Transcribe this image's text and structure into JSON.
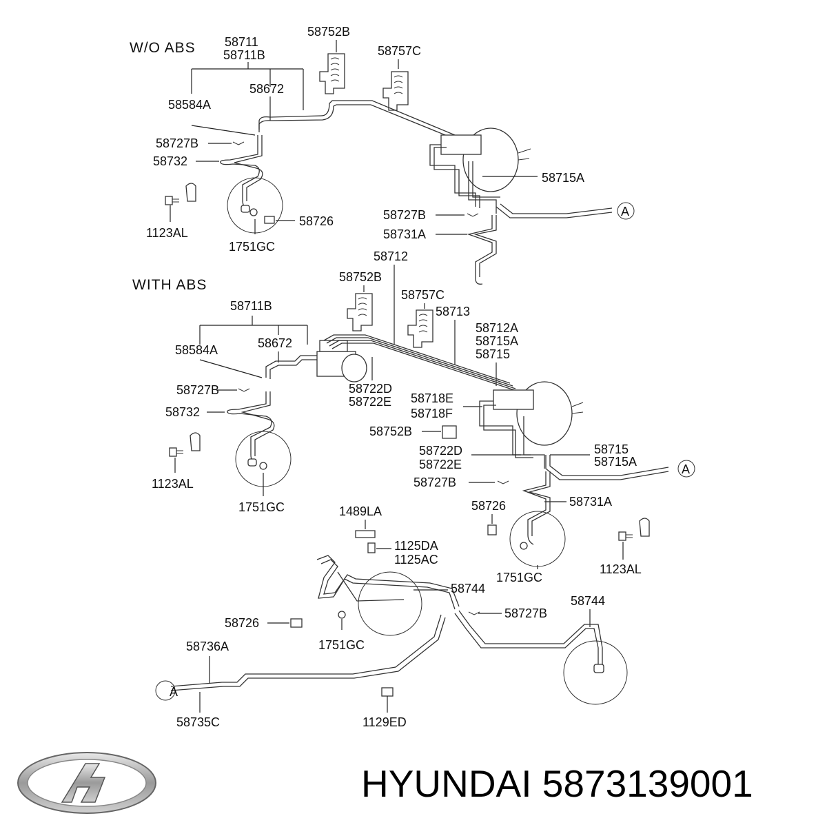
{
  "sections": {
    "without_abs": "W/O  ABS",
    "with_abs": "WITH  ABS"
  },
  "labels": {
    "a_58711": "58711",
    "a_58711B": "58711B",
    "a_58752B": "58752B",
    "a_58757C": "58757C",
    "a_58672": "58672",
    "a_58584A": "58584A",
    "a_58727B": "58727B",
    "a_58732": "58732",
    "a_58715A": "58715A",
    "a_1123AL": "1123AL",
    "a_58726": "58726",
    "a_1751GC": "1751GC",
    "a_58727B_2": "58727B",
    "a_58731A": "58731A",
    "a_A": "A",
    "b_58712": "58712",
    "b_58752B": "58752B",
    "b_58757C": "58757C",
    "b_58713": "58713",
    "b_58711B": "58711B",
    "b_58712A": "58712A",
    "b_58715A_top": "58715A",
    "b_58715_top": "58715",
    "b_58672": "58672",
    "b_58584A": "58584A",
    "b_58722D": "58722D",
    "b_58722E": "58722E",
    "b_58718E": "58718E",
    "b_58718F": "58718F",
    "b_58727B": "58727B",
    "b_58732": "58732",
    "b_58752B_2": "58752B",
    "b_58722D_2": "58722D",
    "b_58722E_2": "58722E",
    "b_58715": "58715",
    "b_58715A": "58715A",
    "b_A": "A",
    "b_1123AL": "1123AL",
    "b_58727B_2": "58727B",
    "b_1751GC": "1751GC",
    "b_58731A": "58731A",
    "b_58726": "58726",
    "c_1489LA": "1489LA",
    "c_1125DA": "1125DA",
    "c_1125AC": "1125AC",
    "c_1123AL": "1123AL",
    "c_1751GC_right": "1751GC",
    "c_58744_mid": "58744",
    "c_58744_right": "58744",
    "c_58727B": "58727B",
    "c_58726": "58726",
    "c_1751GC": "1751GC",
    "c_58736A": "58736A",
    "c_A": "A",
    "c_58735C": "58735C",
    "c_1129ED": "1129ED"
  },
  "brand": {
    "text": "HYUNDAI 5873139001",
    "logo_icon": "hyundai-logo-icon"
  }
}
